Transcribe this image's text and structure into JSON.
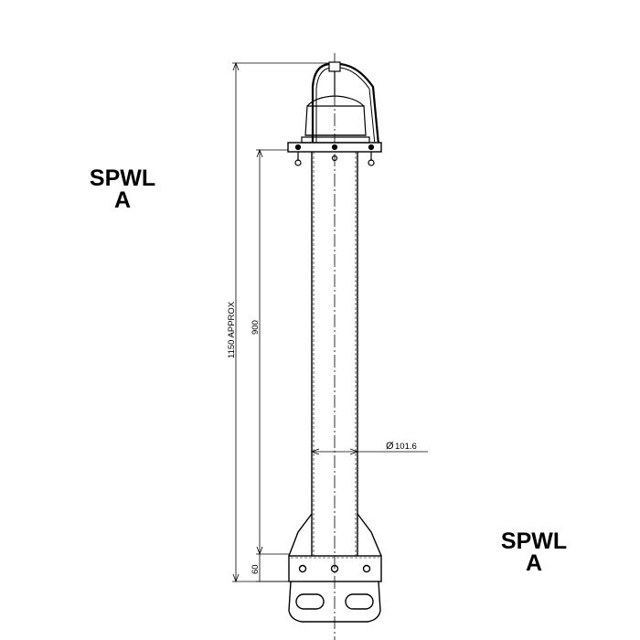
{
  "labels": {
    "left": {
      "line1": "SPWL",
      "line2": "A"
    },
    "right": {
      "line1": "SPWL",
      "line2": "A"
    }
  },
  "dimensions": {
    "overall": "1150 APPROX",
    "shaft": "900",
    "base": "60",
    "diameter": "101.6",
    "diameter_symbol": "Ø"
  },
  "colors": {
    "line": "#000000",
    "background": "#ffffff"
  }
}
